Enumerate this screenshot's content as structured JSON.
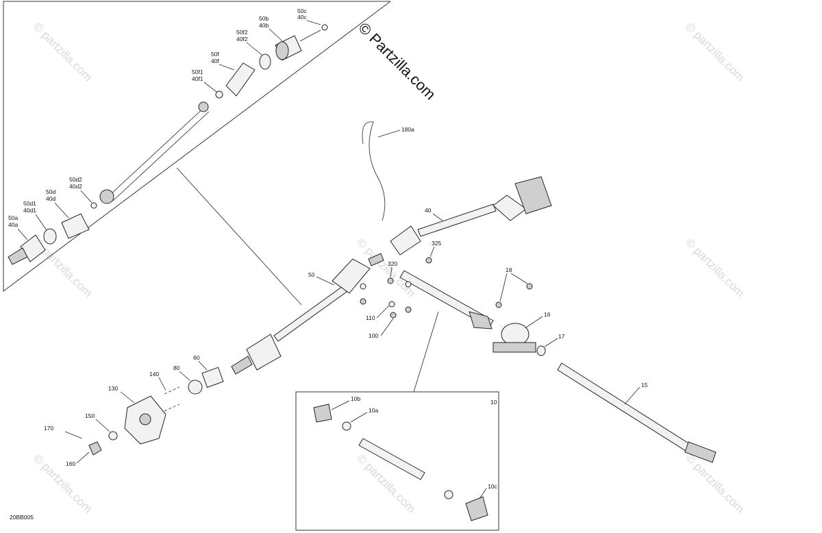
{
  "watermark": "© partzilla.com",
  "brand": "© Partzilla.com",
  "diagram_code": "20BB005",
  "labels": {
    "l50c": "50c",
    "l40c": "40c",
    "l50b": "50b",
    "l40b": "40b",
    "l50f2": "50f2",
    "l40f2": "40f2",
    "l50f": "50f",
    "l40f": "40f",
    "l50f1": "50f1",
    "l40f1": "40f1",
    "l50d2": "50d2",
    "l40d2": "40d2",
    "l50d": "50d",
    "l40d": "40d",
    "l50d1": "50d1",
    "l40d1": "40d1",
    "l50a": "50a",
    "l40a": "40a",
    "l180a": "180a",
    "l40": "40",
    "l325": "325",
    "l320": "320",
    "l50": "50",
    "l110": "110",
    "l100": "100",
    "l18": "18",
    "l16": "16",
    "l17": "17",
    "l15": "15",
    "l60": "60",
    "l80": "80",
    "l140": "140",
    "l130": "130",
    "l150": "150",
    "l170": "170",
    "l160": "160",
    "l10": "10",
    "l10b": "10b",
    "l10a": "10a",
    "l10c": "10c"
  }
}
